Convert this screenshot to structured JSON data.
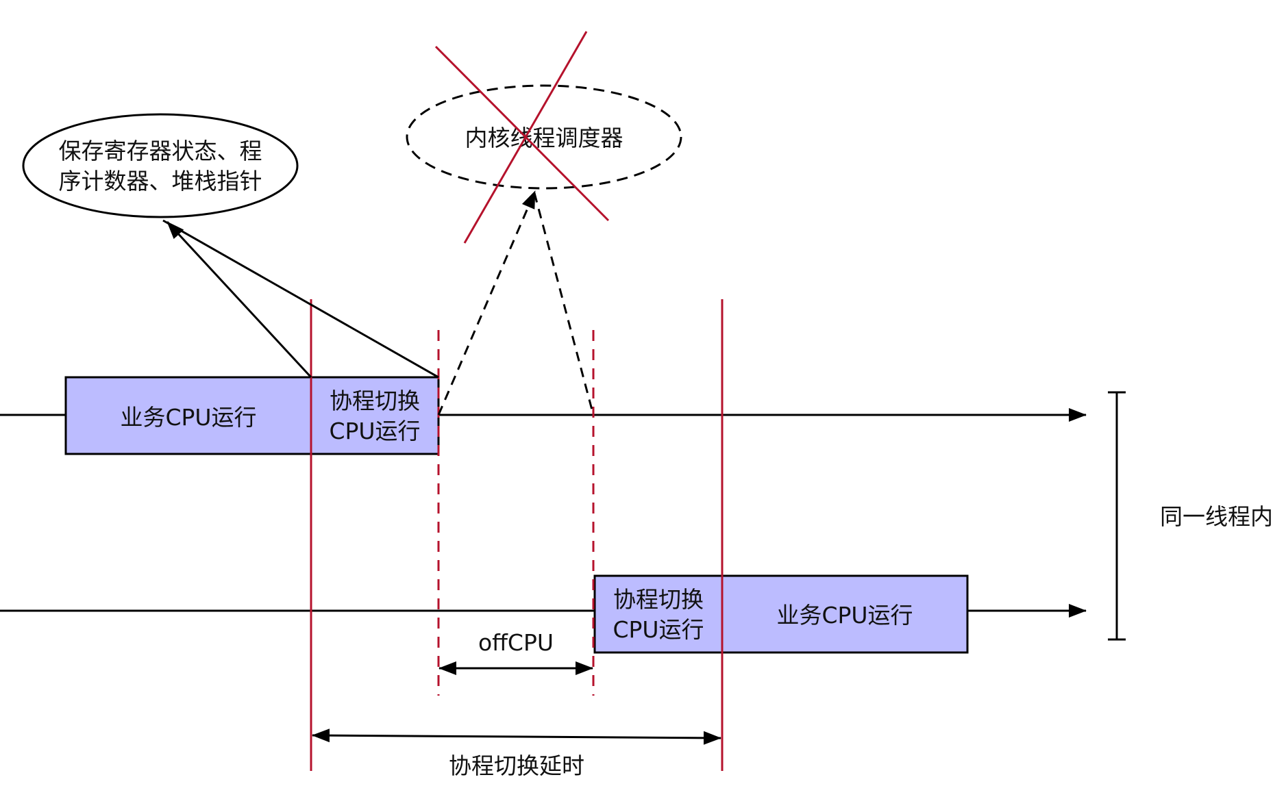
{
  "labels": {
    "save_state": [
      "保存寄存器状态、程",
      "序计数器、堆栈指针"
    ],
    "kernel_scheduler": "内核线程调度器",
    "business_cpu_top": "业务CPU运行",
    "switch_top": [
      "协程切换",
      "CPU运行"
    ],
    "switch_bottom": [
      "协程切换",
      "CPU运行"
    ],
    "business_cpu_bottom": "业务CPU运行",
    "same_thread": "同一线程内",
    "off_cpu": "offCPU",
    "switch_delay": "协程切换延时"
  },
  "colors": {
    "box_fill": "#bcbcff",
    "red": "#b5122c",
    "black": "#000000"
  }
}
